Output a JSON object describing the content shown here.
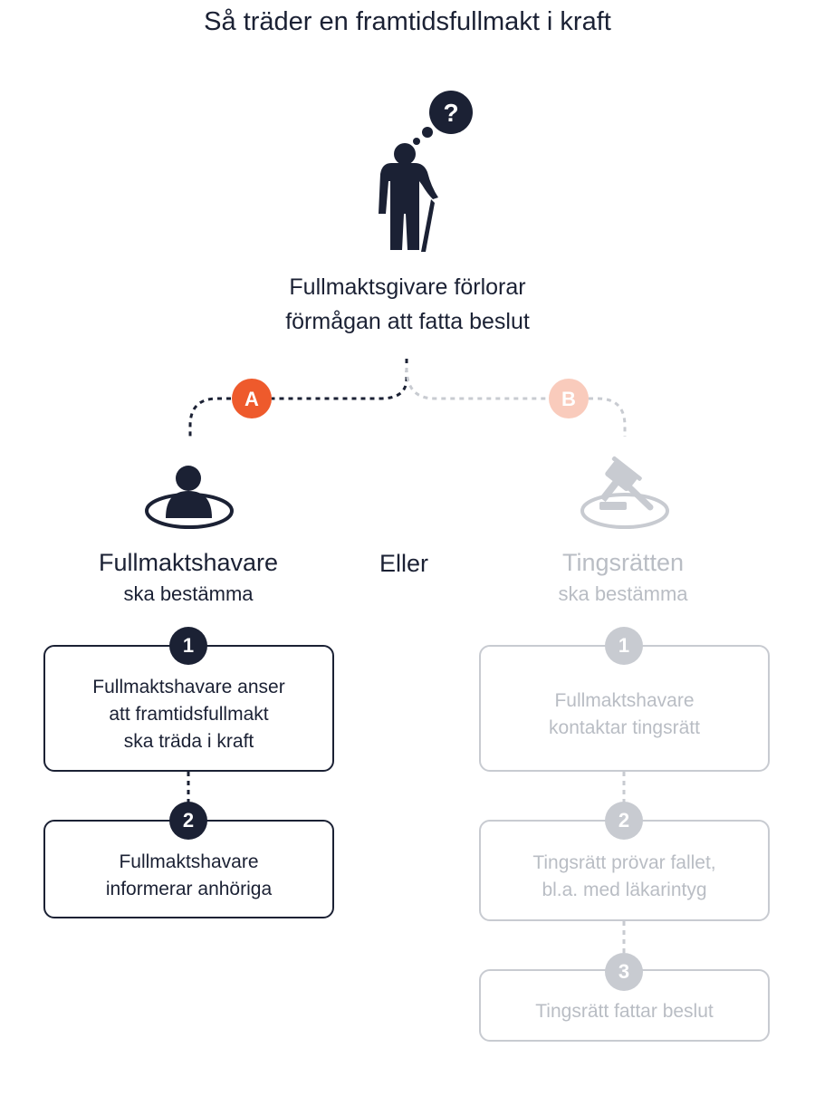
{
  "title": "Så träder en framtidsfullmakt i kraft",
  "giver": {
    "line1": "Fullmaktsgivare förlorar",
    "line2": "förmågan att fatta beslut",
    "bubble_symbol": "?",
    "icon": "elderly-person-cane-icon"
  },
  "separator": "Eller",
  "branch_a": {
    "badge": "A",
    "title": "Fullmaktshavare",
    "subtitle": "ska bestämma",
    "icon": "person-icon",
    "steps": [
      {
        "number": "1",
        "lines": [
          "Fullmaktshavare anser",
          "att framtidsfullmakt",
          "ska träda i kraft"
        ]
      },
      {
        "number": "2",
        "lines": [
          "Fullmaktshavare",
          "informerar anhöriga"
        ]
      }
    ]
  },
  "branch_b": {
    "badge": "B",
    "title": "Tingsrätten",
    "subtitle": "ska bestämma",
    "icon": "gavel-icon",
    "steps": [
      {
        "number": "1",
        "lines": [
          "Fullmaktshavare",
          "kontaktar tingsrätt"
        ]
      },
      {
        "number": "2",
        "lines": [
          "Tingsrätt prövar fallet,",
          "bl.a. med läkarintyg"
        ]
      },
      {
        "number": "3",
        "lines": [
          "Tingsrätt fattar beslut"
        ]
      }
    ]
  },
  "colors": {
    "navy": "#1b2134",
    "orange": "#ee5a2c",
    "light_orange": "#f9cbbc",
    "gray": "#c8cbd1",
    "gray_text": "#b9bdc4"
  }
}
